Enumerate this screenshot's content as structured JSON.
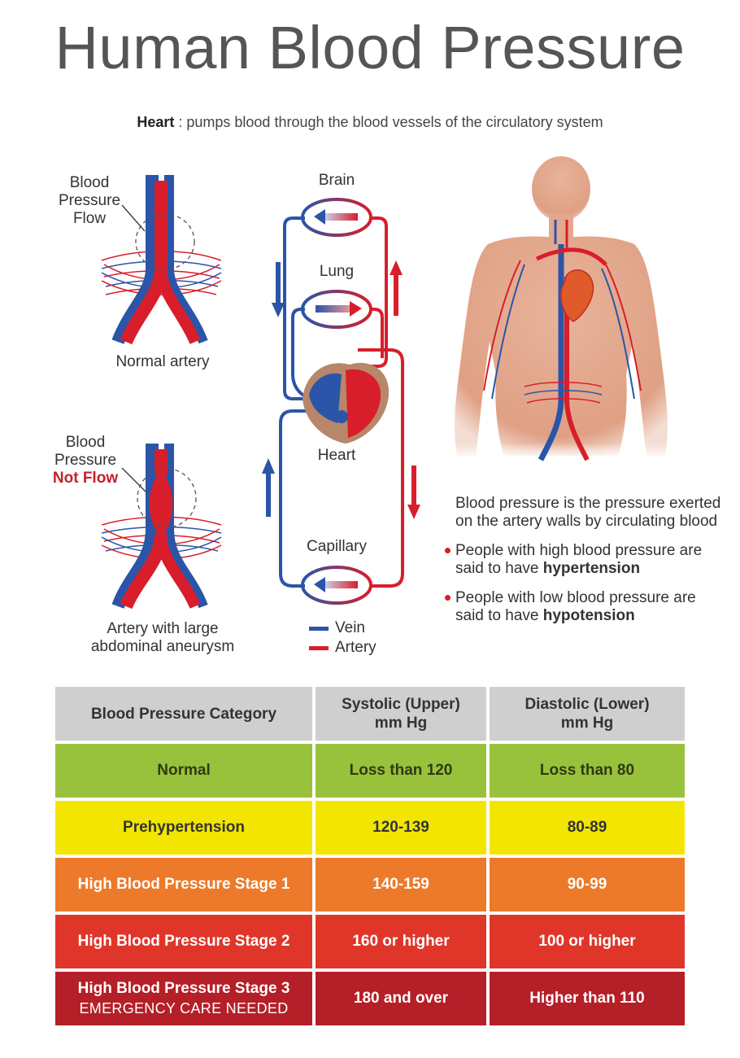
{
  "title": "Human Blood Pressure",
  "subtitle": {
    "bold": "Heart",
    "rest": " : pumps blood through the blood vessels of the circulatory system"
  },
  "artery_normal": {
    "label_line1": "Blood",
    "label_line2": "Pressure",
    "label_line3": "Flow",
    "caption": "Normal artery"
  },
  "artery_aneurysm": {
    "label_line1": "Blood",
    "label_line2": "Pressure",
    "label_line3": "Not Flow",
    "caption_line1": "Artery with large",
    "caption_line2": "abdominal aneurysm"
  },
  "circulation": {
    "brain": "Brain",
    "lung": "Lung",
    "heart": "Heart",
    "capillary": "Capillary"
  },
  "legend": {
    "vein": "Vein",
    "artery": "Artery"
  },
  "colors": {
    "vein": "#2a55a8",
    "artery": "#d81e2a",
    "normal": "#98c23c",
    "prehypertension": "#f2e600",
    "stage1": "#ec7a2a",
    "stage2": "#e0362a",
    "stage3": "#b51f27",
    "header": "#cfcfcf"
  },
  "info": {
    "definition": "Blood pressure is the pressure exerted on the artery walls by circulating blood",
    "high": {
      "text": "People with high blood pressure are said to have ",
      "term": "hypertension"
    },
    "low": {
      "text": "People with low blood pressure are said to have ",
      "term": "hypotension"
    }
  },
  "table": {
    "headers": [
      "Blood Pressure Category",
      "Systolic (Upper)\nmm Hg",
      "Diastolic (Lower)\nmm Hg"
    ],
    "rows": [
      {
        "category": "Normal",
        "systolic": "Loss than 120",
        "diastolic": "Loss than 80"
      },
      {
        "category": "Prehypertension",
        "systolic": "120-139",
        "diastolic": "80-89"
      },
      {
        "category": "High Blood Pressure Stage 1",
        "systolic": "140-159",
        "diastolic": "90-99"
      },
      {
        "category": "High Blood Pressure Stage 2",
        "systolic": "160 or higher",
        "diastolic": "100 or higher"
      },
      {
        "category": "High Blood Pressure Stage 3",
        "note": "EMERGENCY CARE NEEDED",
        "systolic": "180 and over",
        "diastolic": "Higher than 110"
      }
    ]
  }
}
